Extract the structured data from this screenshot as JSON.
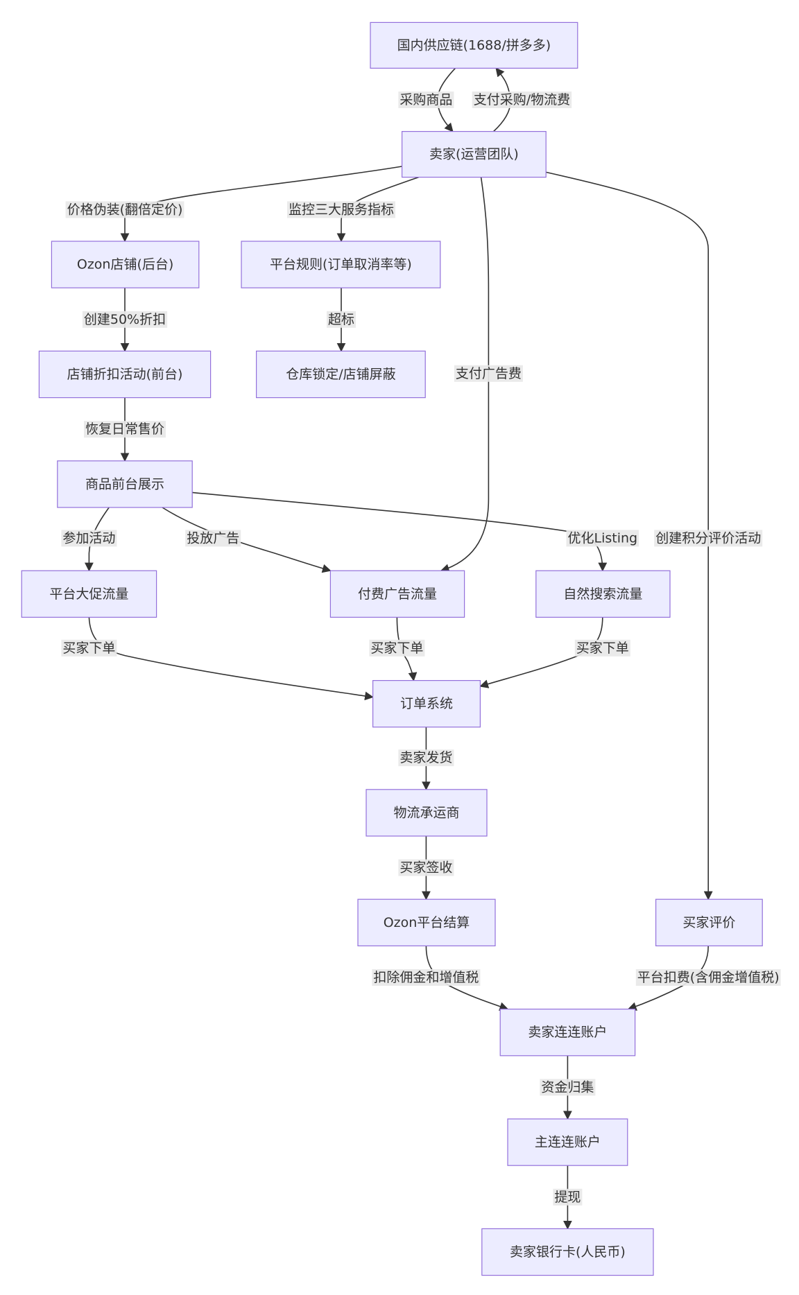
{
  "diagram": {
    "type": "flowchart",
    "nodes": [
      {
        "id": "supply",
        "label": "国内供应链(1688/拼多多)"
      },
      {
        "id": "seller",
        "label": "卖家(运营团队)"
      },
      {
        "id": "ozon_store",
        "label": "Ozon店铺(后台)"
      },
      {
        "id": "rules",
        "label": "平台规则(订单取消率等)"
      },
      {
        "id": "discount",
        "label": "店铺折扣活动(前台)"
      },
      {
        "id": "lock",
        "label": "仓库锁定/店铺屏蔽"
      },
      {
        "id": "display",
        "label": "商品前台展示"
      },
      {
        "id": "promo",
        "label": "平台大促流量"
      },
      {
        "id": "paid",
        "label": "付费广告流量"
      },
      {
        "id": "organic",
        "label": "自然搜索流量"
      },
      {
        "id": "order",
        "label": "订单系统"
      },
      {
        "id": "carrier",
        "label": "物流承运商"
      },
      {
        "id": "settle",
        "label": "Ozon平台结算"
      },
      {
        "id": "review",
        "label": "买家评价"
      },
      {
        "id": "lianlian",
        "label": "卖家连连账户"
      },
      {
        "id": "main_ll",
        "label": "主连连账户"
      },
      {
        "id": "bank",
        "label": "卖家银行卡(人民币)"
      }
    ],
    "edges": [
      {
        "from": "supply",
        "to": "seller",
        "label": "采购商品"
      },
      {
        "from": "seller",
        "to": "supply",
        "label": "支付采购/物流费"
      },
      {
        "from": "seller",
        "to": "ozon_store",
        "label": "价格伪装(翻倍定价)"
      },
      {
        "from": "seller",
        "to": "rules",
        "label": "监控三大服务指标"
      },
      {
        "from": "seller",
        "to": "paid",
        "label": "支付广告费"
      },
      {
        "from": "seller",
        "to": "review",
        "label": "创建积分评价活动"
      },
      {
        "from": "ozon_store",
        "to": "discount",
        "label": "创建50%折扣"
      },
      {
        "from": "rules",
        "to": "lock",
        "label": "超标"
      },
      {
        "from": "discount",
        "to": "display",
        "label": "恢复日常售价"
      },
      {
        "from": "display",
        "to": "promo",
        "label": "参加活动"
      },
      {
        "from": "display",
        "to": "paid",
        "label": "投放广告"
      },
      {
        "from": "display",
        "to": "organic",
        "label": "优化Listing"
      },
      {
        "from": "promo",
        "to": "order",
        "label": "买家下单"
      },
      {
        "from": "paid",
        "to": "order",
        "label": "买家下单"
      },
      {
        "from": "organic",
        "to": "order",
        "label": "买家下单"
      },
      {
        "from": "order",
        "to": "carrier",
        "label": "卖家发货"
      },
      {
        "from": "carrier",
        "to": "settle",
        "label": "买家签收"
      },
      {
        "from": "settle",
        "to": "lianlian",
        "label": "扣除佣金和增值税"
      },
      {
        "from": "review",
        "to": "lianlian",
        "label": "平台扣费(含佣金增值税)"
      },
      {
        "from": "lianlian",
        "to": "main_ll",
        "label": "资金归集"
      },
      {
        "from": "main_ll",
        "to": "bank",
        "label": "提现"
      }
    ]
  },
  "colors": {
    "node_fill": "#ECECFF",
    "node_stroke": "#9370DB",
    "edge": "#333333",
    "label_bg": "#e8e8e8"
  }
}
